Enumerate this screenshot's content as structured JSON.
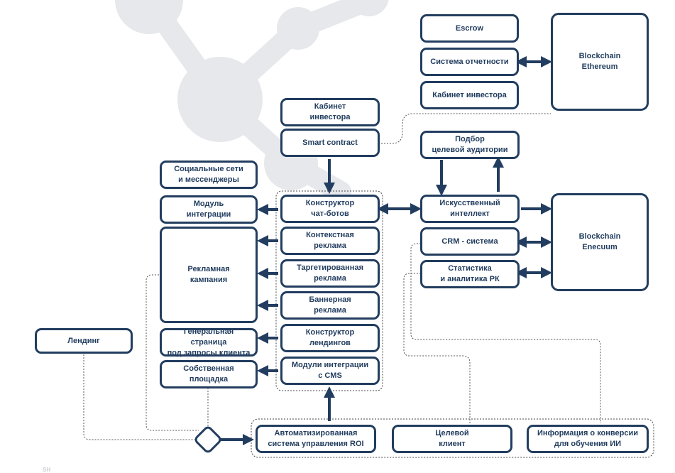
{
  "colors": {
    "stroke": "#223d5f",
    "decor": "#e6e8eb",
    "dash": "#555555"
  },
  "nodes": {
    "escrow": "Escrow",
    "reporting": "Система отчетности",
    "investor_top": "Кабинет инвестора",
    "eth": "Blockchain\nEthereum",
    "investor_left": "Кабинет\nинвестора",
    "smart": "Smart contract",
    "audience": "Подбор\nцелевой аудитории",
    "social": "Социальные сети\nи мессенджеры",
    "module": "Модуль\nинтеграции",
    "chatbot": "Конструктор\nчат-ботов",
    "ai": "Искусственный\nинтеллект",
    "enecuum": "Blockchain\nEnecuum",
    "context": "Контекстная\nреклама",
    "crm": "CRM - система",
    "campaign": "Рекламная\nкампания",
    "targeted": "Таргетированная\nреклама",
    "stats": "Статистика\nи аналитика РК",
    "banner": "Баннерная\nреклама",
    "landing": "Лендинг",
    "general": "Генеральная страница\nпод запросы клиента",
    "landing_builder": "Конструктор\nлендингов",
    "own": "Собственная\nплощадка",
    "cms": "Модули интеграции\nс CMS",
    "roi": "Автоматизированная\nсистема управления ROI",
    "client": "Целевой\nклиент",
    "conversion": "Информация о конверсии\nдля обучения ИИ"
  },
  "footer": "SH"
}
